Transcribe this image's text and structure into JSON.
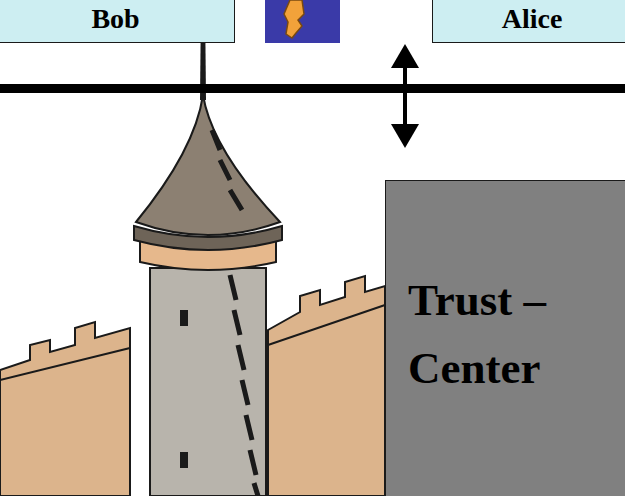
{
  "diagram": {
    "nodes": [
      {
        "text": [
          "Bob"
        ]
      },
      {
        "text": [
          "Alice"
        ]
      },
      {
        "text": [
          "Trust – Center"
        ]
      }
    ]
  }
}
